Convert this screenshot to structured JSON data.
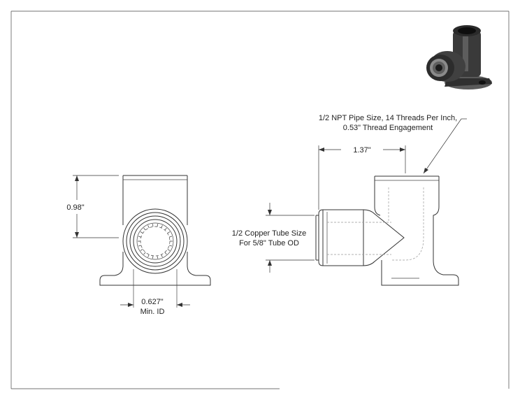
{
  "annotations": {
    "thread_note_line1": "1/2 NPT Pipe Size, 14 Threads Per Inch,",
    "thread_note_line2": "0.53\" Thread Engagement",
    "width_dim": "1.37\"",
    "height_dim": "0.98\"",
    "tube_note_line1": "1/2 Copper Tube Size",
    "tube_note_line2": "For 5/8\" Tube OD",
    "id_dim_line1": "0.627\"",
    "id_dim_line2": "Min. ID"
  },
  "thumbnail": {
    "icon": "drop-ear-elbow-3d-render",
    "body_color": "#3a3a3a",
    "highlight_color": "#8a8a8a"
  }
}
